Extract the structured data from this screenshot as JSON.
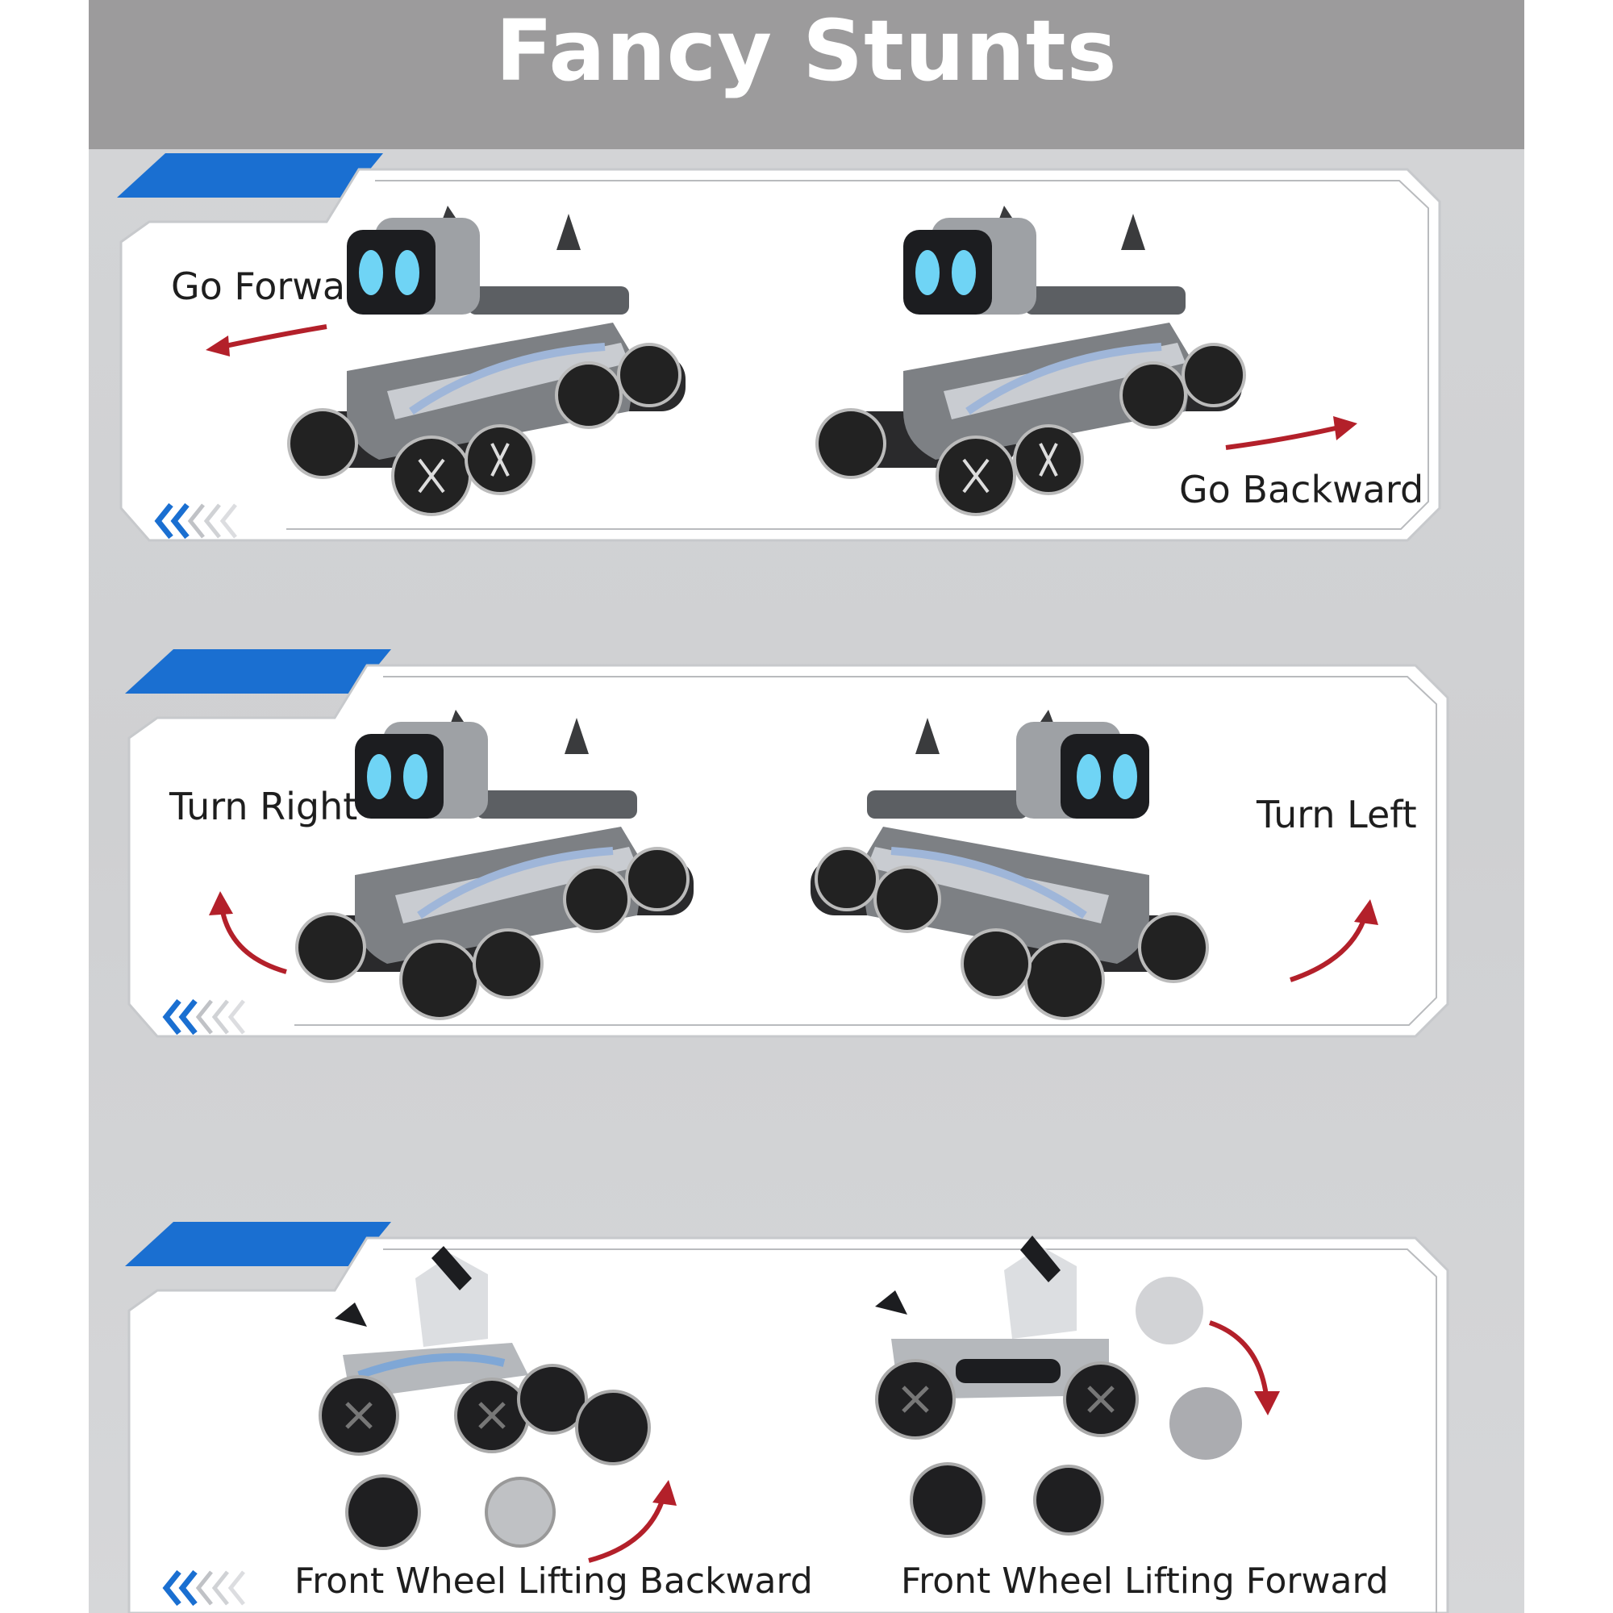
{
  "page": {
    "title": "Fancy Stunts"
  },
  "panels": [
    {
      "left_label": "Go Forward",
      "right_label": "Go Backward"
    },
    {
      "left_label": "Turn Right",
      "right_label": "Turn Left"
    },
    {
      "left_label": "Front Wheel Lifting Backward",
      "right_label": "Front Wheel Lifting Forward"
    }
  ],
  "colors": {
    "accent_blue": "#1a6fd1",
    "arrow_red": "#b3202a",
    "header_gray": "#9c9b9c",
    "robot_body": "#7d8084",
    "robot_eye": "#6fd4f5"
  },
  "icons": [
    "chevron-left-icon",
    "arrow-icon",
    "robot-dog-illustration"
  ]
}
